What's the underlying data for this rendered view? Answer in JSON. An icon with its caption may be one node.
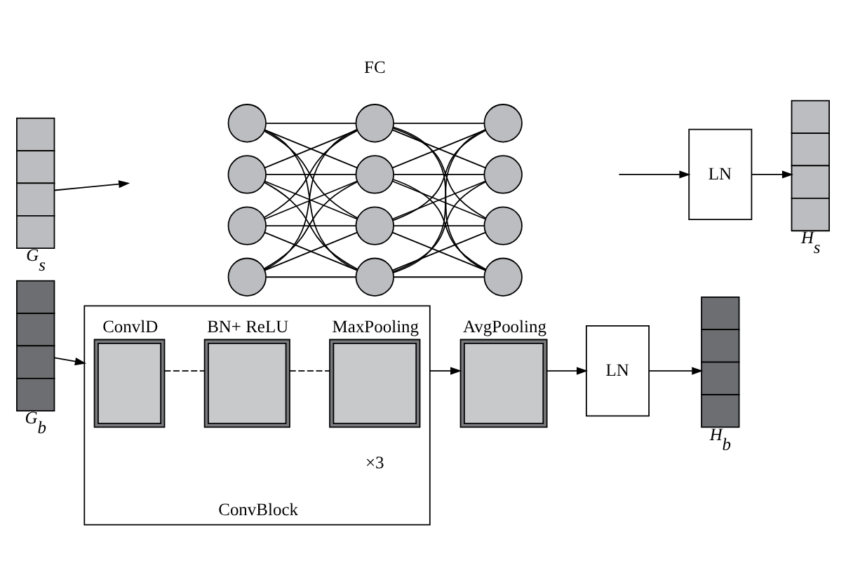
{
  "diagram": {
    "nodes": [
      {
        "text": [
          "G$_{s}$"
        ]
      },
      {
        "text": [],
        "shape": "circle"
      },
      {
        "text": [],
        "shape": "circle"
      },
      {
        "text": [],
        "shape": "circle"
      },
      {
        "text": [],
        "shape": "circle"
      },
      {
        "text": [],
        "shape": "circle"
      },
      {
        "text": [],
        "shape": "circle"
      },
      {
        "text": [],
        "shape": "circle"
      },
      {
        "text": [],
        "shape": "circle"
      },
      {
        "text": [],
        "shape": "circle"
      },
      {
        "text": [],
        "shape": "circle"
      },
      {
        "text": [],
        "shape": "circle"
      },
      {
        "text": [],
        "shape": "circle"
      },
      {
        "text": [
          "LN"
        ]
      },
      {
        "text": [
          "H$_{s}$"
        ]
      },
      {
        "text": [
          "G$_{b}$"
        ]
      },
      {
        "text": [
          "ConvBlock"
        ]
      },
      {
        "text": [
          "ConvlD"
        ],
        "in": 16
      },
      {
        "text": [
          "BN+ ReLU"
        ],
        "in": 16
      },
      {
        "text": [
          "MaxPooling"
        ],
        "in": 16
      },
      {
        "text": [
          "AvgPooling"
        ]
      },
      {
        "text": [
          "LN"
        ]
      },
      {
        "text": [
          "H$_{b}$"
        ]
      }
    ],
    "edges": [
      {
        "from": 0,
        "to": null,
        "arrow": "to"
      },
      {
        "from": 1,
        "to": 5,
        "arrow": "none"
      },
      {
        "from": 1,
        "to": 6,
        "arrow": "none"
      },
      {
        "from": 1,
        "to": 7,
        "arrow": "none"
      },
      {
        "from": 1,
        "to": 8,
        "arrow": "none"
      },
      {
        "from": 2,
        "to": 5,
        "arrow": "none"
      },
      {
        "from": 2,
        "to": 6,
        "arrow": "none"
      },
      {
        "from": 2,
        "to": 7,
        "arrow": "none"
      },
      {
        "from": 2,
        "to": 8,
        "arrow": "none"
      },
      {
        "from": 3,
        "to": 5,
        "arrow": "none"
      },
      {
        "from": 3,
        "to": 6,
        "arrow": "none"
      },
      {
        "from": 3,
        "to": 7,
        "arrow": "none"
      },
      {
        "from": 3,
        "to": 8,
        "arrow": "none"
      },
      {
        "from": 4,
        "to": 5,
        "arrow": "none"
      },
      {
        "from": 4,
        "to": 6,
        "arrow": "none"
      },
      {
        "from": 4,
        "to": 7,
        "arrow": "none"
      },
      {
        "from": 4,
        "to": 8,
        "arrow": "none"
      },
      {
        "from": 5,
        "to": 9,
        "arrow": "none"
      },
      {
        "from": 5,
        "to": 10,
        "arrow": "none"
      },
      {
        "from": 5,
        "to": 11,
        "arrow": "none"
      },
      {
        "from": 5,
        "to": 12,
        "arrow": "none"
      },
      {
        "from": 6,
        "to": 9,
        "arrow": "none"
      },
      {
        "from": 6,
        "to": 10,
        "arrow": "none"
      },
      {
        "from": 6,
        "to": 11,
        "arrow": "none"
      },
      {
        "from": 6,
        "to": 12,
        "arrow": "none"
      },
      {
        "from": 7,
        "to": 9,
        "arrow": "none"
      },
      {
        "from": 7,
        "to": 10,
        "arrow": "none"
      },
      {
        "from": 7,
        "to": 11,
        "arrow": "none"
      },
      {
        "from": 7,
        "to": 12,
        "arrow": "none"
      },
      {
        "from": 8,
        "to": 9,
        "arrow": "none"
      },
      {
        "from": 8,
        "to": 10,
        "arrow": "none"
      },
      {
        "from": 8,
        "to": 11,
        "arrow": "none"
      },
      {
        "from": 8,
        "to": 12,
        "arrow": "none"
      },
      {
        "from": null,
        "to": 13,
        "arrow": "to"
      },
      {
        "from": 13,
        "to": 14,
        "arrow": "to"
      },
      {
        "from": 15,
        "to": 16,
        "arrow": "to"
      },
      {
        "from": 17,
        "to": 18,
        "arrow": "none",
        "style": "dashed"
      },
      {
        "from": 18,
        "to": 19,
        "arrow": "none",
        "style": "dashed"
      },
      {
        "from": 16,
        "to": 20,
        "arrow": "to"
      },
      {
        "from": 20,
        "to": 21,
        "arrow": "to"
      },
      {
        "from": 21,
        "to": 22,
        "arrow": "to"
      }
    ],
    "labels": [
      "FC",
      "×3"
    ]
  }
}
